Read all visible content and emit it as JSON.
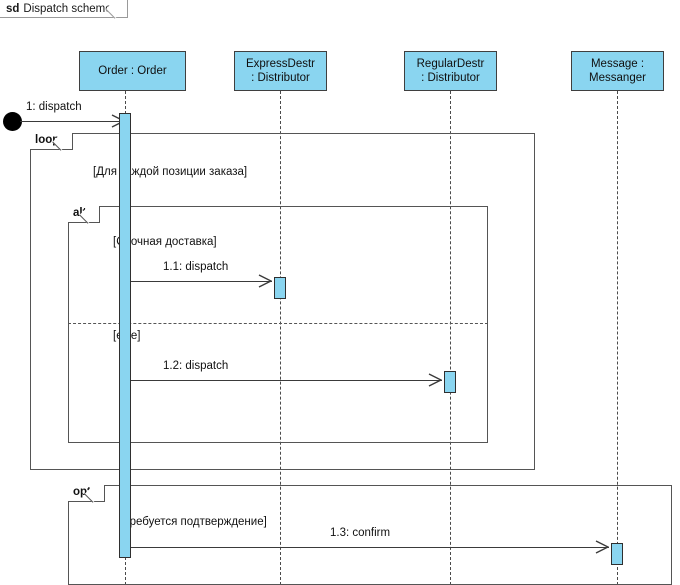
{
  "diagram": {
    "kind_keyword": "sd",
    "title": "Dispatch scheme",
    "type": "uml-sequence-diagram",
    "colors": {
      "lifeline_fill": "#8ad5f0",
      "lifeline_border": "#3f3f3f",
      "frame_border": "#555555",
      "message_line": "#3a3a3a",
      "background": "#ffffff"
    }
  },
  "lifelines": [
    {
      "id": "order",
      "name_line1": "Order : Order",
      "name_line2": ""
    },
    {
      "id": "expressdestr",
      "name_line1": "ExpressDestr",
      "name_line2": ": Distributor"
    },
    {
      "id": "regulardestr",
      "name_line1": "RegularDestr",
      "name_line2": ": Distributor"
    },
    {
      "id": "messenger",
      "name_line1": "Message :",
      "name_line2": "Messanger"
    }
  ],
  "fragments": [
    {
      "id": "loop",
      "operator": "loop",
      "guard": "[Для каждой позиции заказа]"
    },
    {
      "id": "alt",
      "operator": "alt",
      "guard": "[Срочная доставка]",
      "else_guard": "[else]"
    },
    {
      "id": "opt",
      "operator": "opt",
      "guard": "[Требуется подтверждение]"
    }
  ],
  "messages": [
    {
      "id": "m1",
      "label": "1: dispatch",
      "from": "found",
      "to": "order"
    },
    {
      "id": "m11",
      "label": "1.1: dispatch",
      "from": "order",
      "to": "expressdestr"
    },
    {
      "id": "m12",
      "label": "1.2: dispatch",
      "from": "order",
      "to": "regulardestr"
    },
    {
      "id": "m13",
      "label": "1.3: confirm",
      "from": "order",
      "to": "messenger"
    }
  ]
}
